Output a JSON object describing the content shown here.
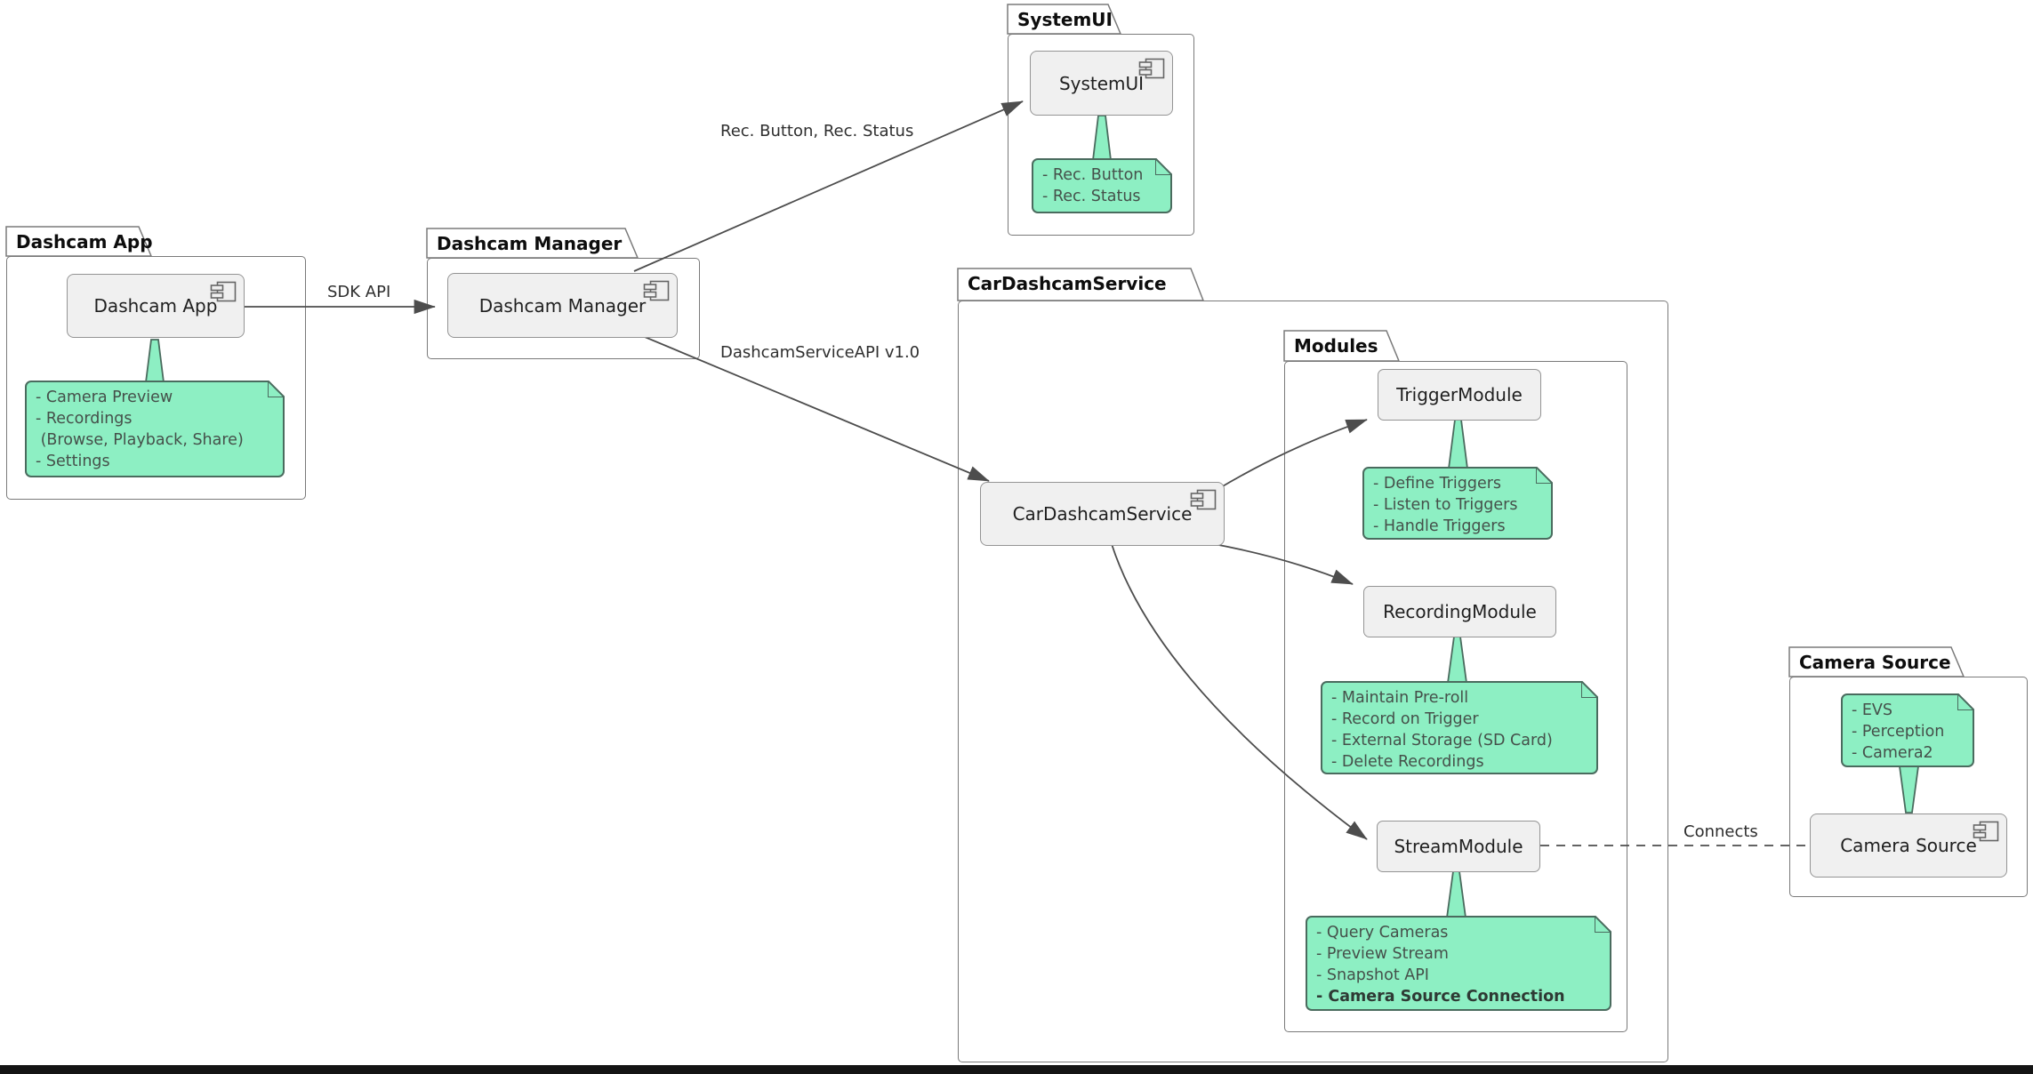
{
  "diagram": {
    "packages": [
      {
        "id": "dashcam-app",
        "title": "Dashcam App"
      },
      {
        "id": "dashcam-manager",
        "title": "Dashcam Manager"
      },
      {
        "id": "systemui",
        "title": "SystemUI"
      },
      {
        "id": "car-dashcam-service",
        "title": "CarDashcamService"
      },
      {
        "id": "modules",
        "title": "Modules"
      },
      {
        "id": "camera-source",
        "title": "Camera Source"
      }
    ],
    "components": [
      {
        "id": "dashcam-app",
        "label": "Dashcam App"
      },
      {
        "id": "dashcam-manager",
        "label": "Dashcam Manager"
      },
      {
        "id": "systemui",
        "label": "SystemUI"
      },
      {
        "id": "car-dashcam-service",
        "label": "CarDashcamService"
      },
      {
        "id": "trigger-module",
        "label": "TriggerModule"
      },
      {
        "id": "recording-module",
        "label": "RecordingModule"
      },
      {
        "id": "stream-module",
        "label": "StreamModule"
      },
      {
        "id": "camera-source",
        "label": "Camera Source"
      }
    ],
    "notes": [
      {
        "id": "dashcam-app-note",
        "lines": [
          "- Camera Preview",
          "- Recordings",
          " (Browse, Playback, Share)",
          "- Settings"
        ]
      },
      {
        "id": "systemui-note",
        "lines": [
          "- Rec. Button",
          "- Rec. Status"
        ]
      },
      {
        "id": "trigger-note",
        "lines": [
          "- Define Triggers",
          "- Listen to Triggers",
          "- Handle Triggers"
        ]
      },
      {
        "id": "recording-note",
        "lines": [
          "- Maintain Pre-roll",
          "- Record on Trigger",
          "- External Storage (SD Card)",
          "- Delete Recordings"
        ]
      },
      {
        "id": "stream-note",
        "lines": [
          "- Query Cameras",
          "- Preview Stream",
          "- Snapshot API",
          "- Camera Source Connection"
        ]
      },
      {
        "id": "camera-source-note",
        "lines": [
          "- EVS",
          "- Perception",
          "- Camera2"
        ]
      }
    ],
    "edges": [
      {
        "id": "sdk-api",
        "label": "SDK API",
        "style": "solid-arrow"
      },
      {
        "id": "rec-button-status",
        "label": "Rec. Button, Rec. Status",
        "style": "solid-arrow"
      },
      {
        "id": "dashcam-service-api",
        "label": "DashcamServiceAPI v1.0",
        "style": "solid-arrow"
      },
      {
        "id": "connects",
        "label": "Connects",
        "style": "dashed"
      }
    ],
    "colors": {
      "note_fill": "#8defc3",
      "note_border": "#4a6b5e",
      "component_fill": "#f0f0f0",
      "component_border": "#949494",
      "package_border": "#7a7a7a",
      "edge_line": "#4d4d4d",
      "background": "#ffffff",
      "bottom_bar": "#141414"
    }
  }
}
